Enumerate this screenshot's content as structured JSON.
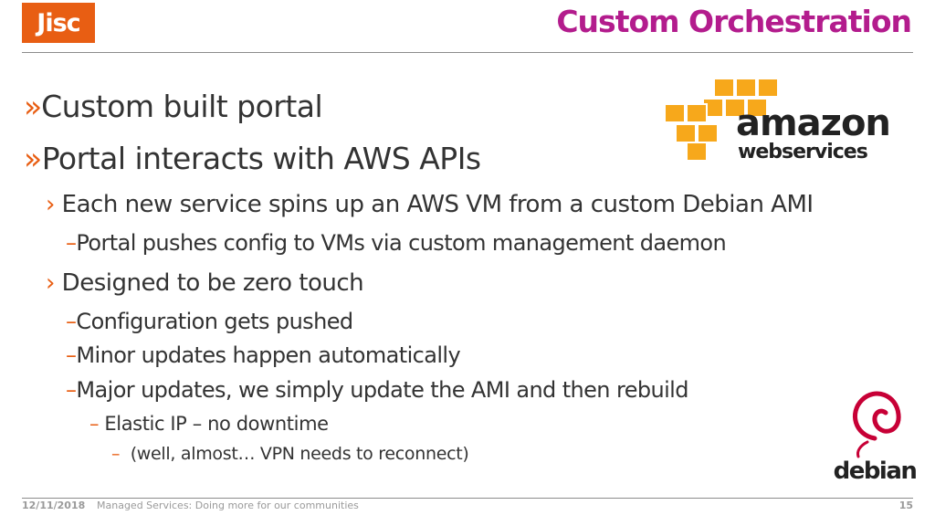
{
  "header": {
    "logo_text": "Jisc",
    "title": "Custom Orchestration"
  },
  "colors": {
    "brand_orange": "#e85e13",
    "title_magenta": "#b31c8d",
    "aws_orange": "#f7a81b",
    "debian_red": "#c70036"
  },
  "bullets": [
    {
      "level": 1,
      "marker": "»",
      "text": "Custom built portal"
    },
    {
      "level": 1,
      "marker": "»",
      "text": "Portal interacts with AWS APIs"
    },
    {
      "level": 2,
      "marker": "›",
      "text": "Each new service spins up an AWS VM from a custom Debian AMI"
    },
    {
      "level": 3,
      "marker": "–",
      "text": "Portal pushes config to VMs via custom management daemon"
    },
    {
      "level": 2,
      "marker": "›",
      "text": "Designed to be zero touch"
    },
    {
      "level": 3,
      "marker": "–",
      "text": "Configuration gets pushed"
    },
    {
      "level": 3,
      "marker": "–",
      "text": "Minor updates happen automatically"
    },
    {
      "level": 3,
      "marker": "–",
      "text": "Major updates, we simply update the AMI and then rebuild"
    },
    {
      "level": 4,
      "marker": "–",
      "text": "Elastic IP – no downtime"
    },
    {
      "level": 5,
      "marker": "–",
      "text": "(well, almost… VPN needs to reconnect)"
    }
  ],
  "logos": {
    "aws_line1": "amazon",
    "aws_line2": "webservices",
    "debian": "debian"
  },
  "footer": {
    "date": "12/11/2018",
    "text": "Managed Services: Doing more for our communities",
    "page": "15"
  }
}
